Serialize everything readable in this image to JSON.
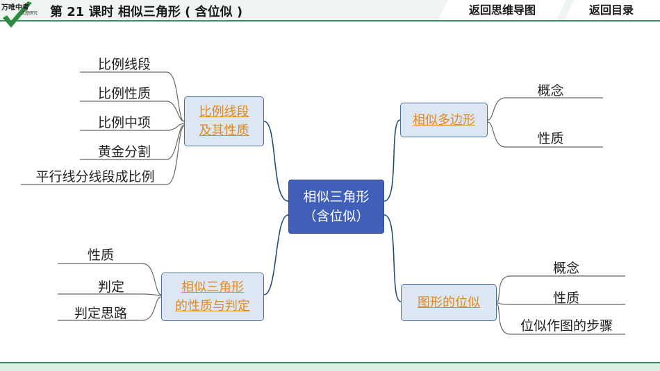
{
  "header": {
    "logo_text": "万唯中考",
    "logo_sub": "试题研究",
    "title": "第 21 课时   相似三角形 ( 含位似 )",
    "tab_mindmap": "返回思维导图",
    "tab_toc": "返回目录"
  },
  "mindmap": {
    "center": {
      "line1": "相似三角形",
      "line2": "（含位似）"
    },
    "branches": {
      "proportion": {
        "line1": "比例线段",
        "line2": "及其性质",
        "leaves": [
          "比例线段",
          "比例性质",
          "比例中项",
          "黄金分割",
          "平行线分线段成比例"
        ]
      },
      "triangle": {
        "line1": "相似三角形",
        "line2": "的性质与判定",
        "leaves": [
          "性质",
          "判定",
          "判定思路"
        ]
      },
      "polygon": {
        "label": "相似多边形",
        "leaves": [
          "概念",
          "性质"
        ]
      },
      "homothety": {
        "label": "图形的位似",
        "leaves": [
          "概念",
          "性质",
          "位似作图的步骤"
        ]
      }
    }
  },
  "colors": {
    "accent": "#3a8f5f",
    "box_fill": "#dde6f3",
    "center_fill": "#3f5fb8",
    "link": "#e08a1e",
    "connector": "#1f4e79"
  }
}
